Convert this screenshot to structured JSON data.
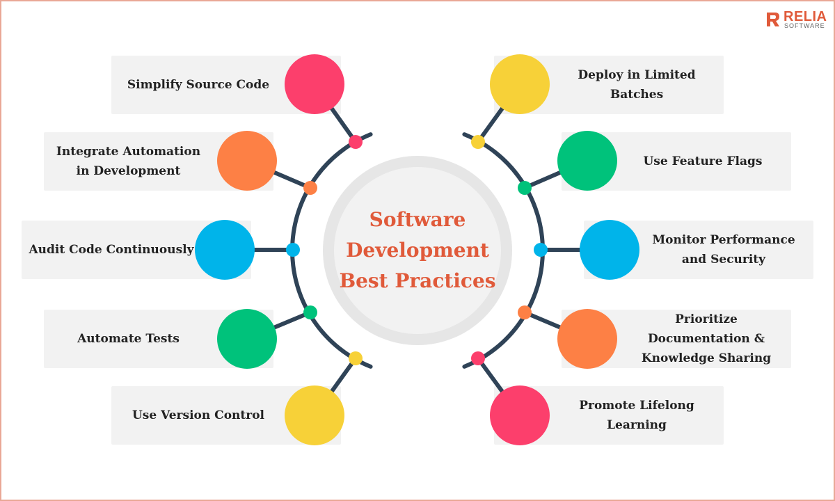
{
  "brand": {
    "name": "RELIA",
    "subtitle": "SOFTWARE",
    "color": "#e05a3a"
  },
  "title": {
    "lines": [
      "Software",
      "Development",
      "Best Practices"
    ],
    "color": "#e05a3a"
  },
  "colors": {
    "pink": "#fc3f6c",
    "orange": "#fd8045",
    "blue": "#00b4ea",
    "green": "#00c27b",
    "yellow": "#f7d138",
    "box": "#f2f2f2",
    "line": "#2f4357",
    "ring": "#e6e6e6",
    "core": "#f2f2f2"
  },
  "left_items": [
    {
      "text": "Simplify Source Code",
      "color": "pink"
    },
    {
      "text": "Integrate Automation in Development",
      "color": "orange"
    },
    {
      "text": "Audit Code Continuously",
      "color": "blue"
    },
    {
      "text": "Automate Tests",
      "color": "green"
    },
    {
      "text": "Use Version Control",
      "color": "yellow"
    }
  ],
  "right_items": [
    {
      "text": "Deploy in Limited Batches",
      "color": "yellow"
    },
    {
      "text": "Use Feature Flags",
      "color": "green"
    },
    {
      "text": "Monitor Performance and Security",
      "color": "blue"
    },
    {
      "text": "Prioritize Documentation & Knowledge Sharing",
      "color": "orange"
    },
    {
      "text": "Promote Lifelong Learning",
      "color": "pink"
    }
  ]
}
